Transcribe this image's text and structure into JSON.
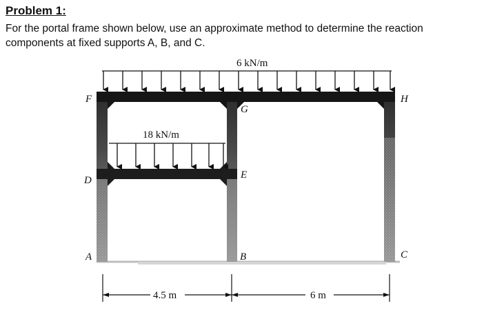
{
  "problem": {
    "heading": "Problem 1:",
    "text": "For the portal frame shown below, use an approximate method to determine the reaction components at fixed supports A, B, and C."
  },
  "figure": {
    "loads": {
      "top": "6 kN/m",
      "lower": "18 kN/m"
    },
    "joints": {
      "F": "F",
      "G": "G",
      "H": "H",
      "D": "D",
      "E": "E",
      "A": "A",
      "B": "B",
      "C": "C"
    },
    "dimensions": {
      "left_span": "4.5 m",
      "right_span": "6 m"
    }
  }
}
